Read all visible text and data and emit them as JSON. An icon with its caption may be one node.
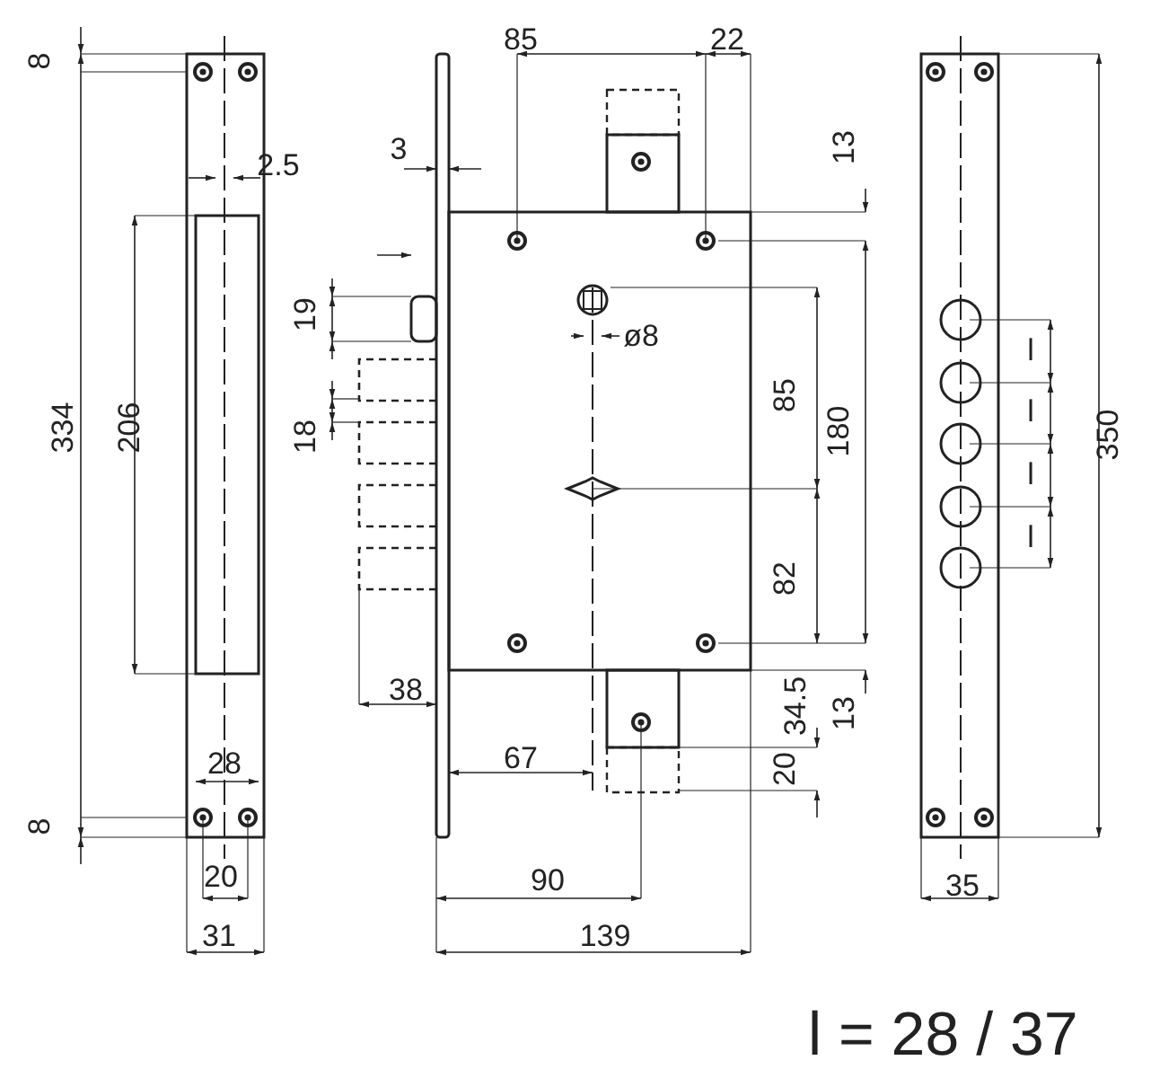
{
  "diagram": {
    "labels": [
      "8",
      "85",
      "22",
      "2.5",
      "3",
      "13",
      "19",
      "ø8",
      "334",
      "206",
      "18",
      "85",
      "180",
      "350",
      "l",
      "l",
      "l",
      "l",
      "82",
      "38",
      "34.5",
      "13",
      "28",
      "67",
      "20",
      "8",
      "20",
      "90",
      "35",
      "31",
      "139",
      "l = 28 / 37"
    ]
  }
}
